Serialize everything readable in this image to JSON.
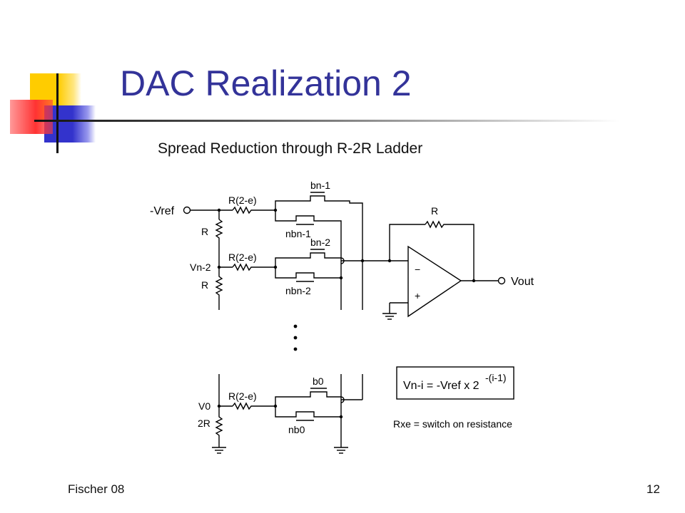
{
  "slide": {
    "title": "DAC Realization 2",
    "subtitle": "Spread Reduction through R-2R Ladder",
    "footer_left": "Fischer 08",
    "page_number": "12"
  },
  "colors": {
    "title": "#333399",
    "deco_yellow": "#FFCC00",
    "deco_red": "#FF3333",
    "deco_blue": "#3333CC"
  },
  "circuit": {
    "input_vref": "-Vref",
    "node_n2": "Vn-2",
    "node_0": "V0",
    "res_r1": "R",
    "res_r2": "R",
    "res_2r": "2R",
    "res_series_1": "R(2-e)",
    "res_series_2": "R(2-e)",
    "res_series_3": "R(2-e)",
    "sw_bn1": "bn-1",
    "sw_nbn1": "nbn-1",
    "sw_bn2": "bn-2",
    "sw_nbn2": "nbn-2",
    "sw_b0": "b0",
    "sw_nb0": "nb0",
    "feedback_r": "R",
    "opamp_minus": "−",
    "opamp_plus": "+",
    "output": "Vout",
    "formula_main": "Vn-i = -Vref x 2",
    "formula_exp": "-(i-1)",
    "note": "Rxe = switch on resistance"
  }
}
